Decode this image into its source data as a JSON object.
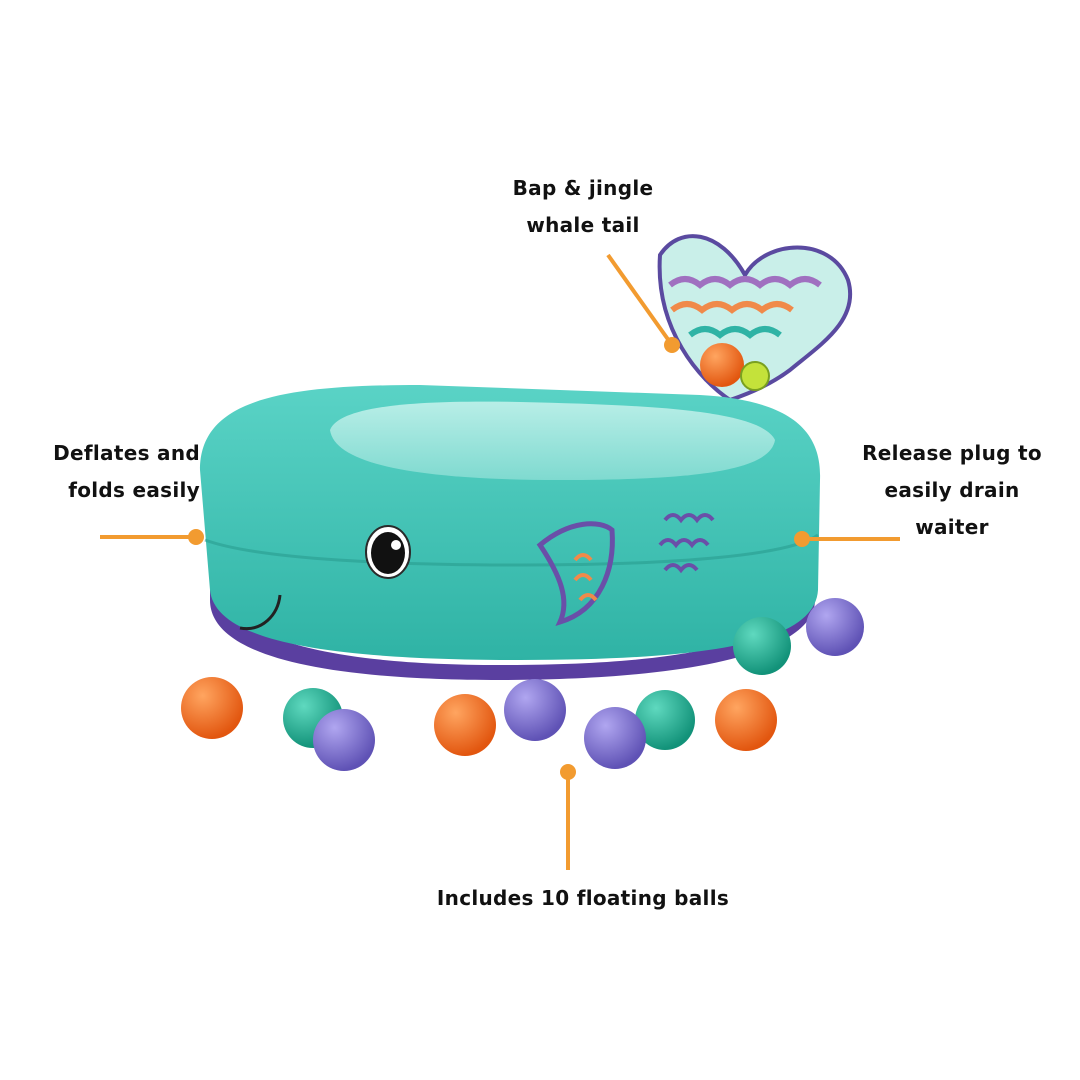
{
  "callouts": {
    "tail": {
      "line1": "Bap & jingle",
      "line2": "whale tail"
    },
    "deflate": {
      "line1": "Deflates and",
      "line2": "folds easily"
    },
    "plug": {
      "line1": "Release plug to",
      "line2": "easily drain",
      "line3": "waiter"
    },
    "balls": {
      "line1": "Includes 10 floating balls"
    }
  },
  "colors": {
    "accent": "#f29b30",
    "tub_teal": "#3fc4b6",
    "tub_purple": "#6a4fa8",
    "ball_orange": "#f06a1e",
    "ball_teal": "#1ba98f",
    "ball_purple": "#7a6cc9"
  },
  "balls": [
    "orange",
    "teal",
    "purple",
    "orange",
    "purple",
    "purple",
    "teal",
    "orange",
    "teal",
    "purple"
  ]
}
